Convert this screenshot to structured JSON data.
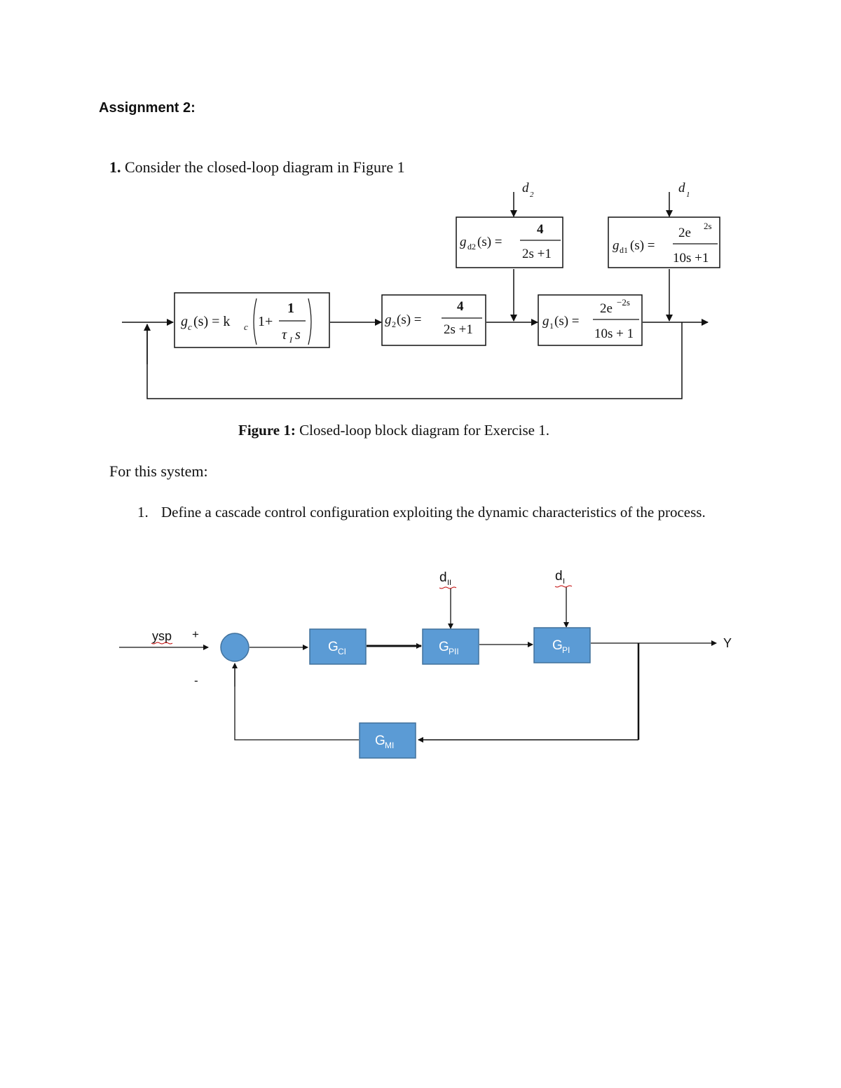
{
  "doc": {
    "heading": "Assignment 2:",
    "question": {
      "number": "1.",
      "text": "Consider the closed-loop diagram in Figure 1"
    },
    "caption": {
      "label": "Figure 1:",
      "text": "Closed-loop block diagram for Exercise 1."
    },
    "for_this_system": "For this system:",
    "items": [
      {
        "number": "1.",
        "text": "Define a cascade control configuration exploiting the dynamic characteristics of the process."
      }
    ]
  },
  "figure1": {
    "gc": {
      "lhs": "g",
      "lhs_sub": "c",
      "arg": "(s) = k",
      "k_sub": "c",
      "one_plus": "1+",
      "num": "1",
      "den": "τ",
      "den_sub": "I",
      "den_s": "s"
    },
    "g2": {
      "lhs": "g",
      "lhs_sub": "2",
      "arg": "(s) =",
      "num": "4",
      "den": "2s +1"
    },
    "g1": {
      "lhs": "g",
      "lhs_sub": "1",
      "arg": "(s) =",
      "num": "2e",
      "num_exp": "−2s",
      "den": "10s + 1"
    },
    "gd2": {
      "lhs": "g",
      "lhs_sub": "d2",
      "arg": "(s) =",
      "num": "4",
      "den": "2s +1"
    },
    "gd1": {
      "lhs": "g",
      "lhs_sub": "d1",
      "arg": "(s) =",
      "num": "2e",
      "num_exp": "2s",
      "den": "10s +1"
    },
    "d2": {
      "name": "d",
      "sub": "2"
    },
    "d1": {
      "name": "d",
      "sub": "1"
    }
  },
  "figure2": {
    "setpoint": "ysp",
    "plus": "+",
    "minus": "-",
    "output": "Y",
    "d2": {
      "name": "d",
      "sub": "II"
    },
    "d1": {
      "name": "d",
      "sub": "I"
    },
    "blocks": {
      "gci": {
        "name": "G",
        "sub": "CI"
      },
      "gpii": {
        "name": "G",
        "sub": "PII"
      },
      "gpi": {
        "name": "G",
        "sub": "PI"
      },
      "gmi": {
        "name": "G",
        "sub": "MI"
      }
    },
    "colors": {
      "block_fill": "#5b9bd5",
      "block_stroke": "#41719c",
      "block_text": "#ffffff"
    }
  }
}
